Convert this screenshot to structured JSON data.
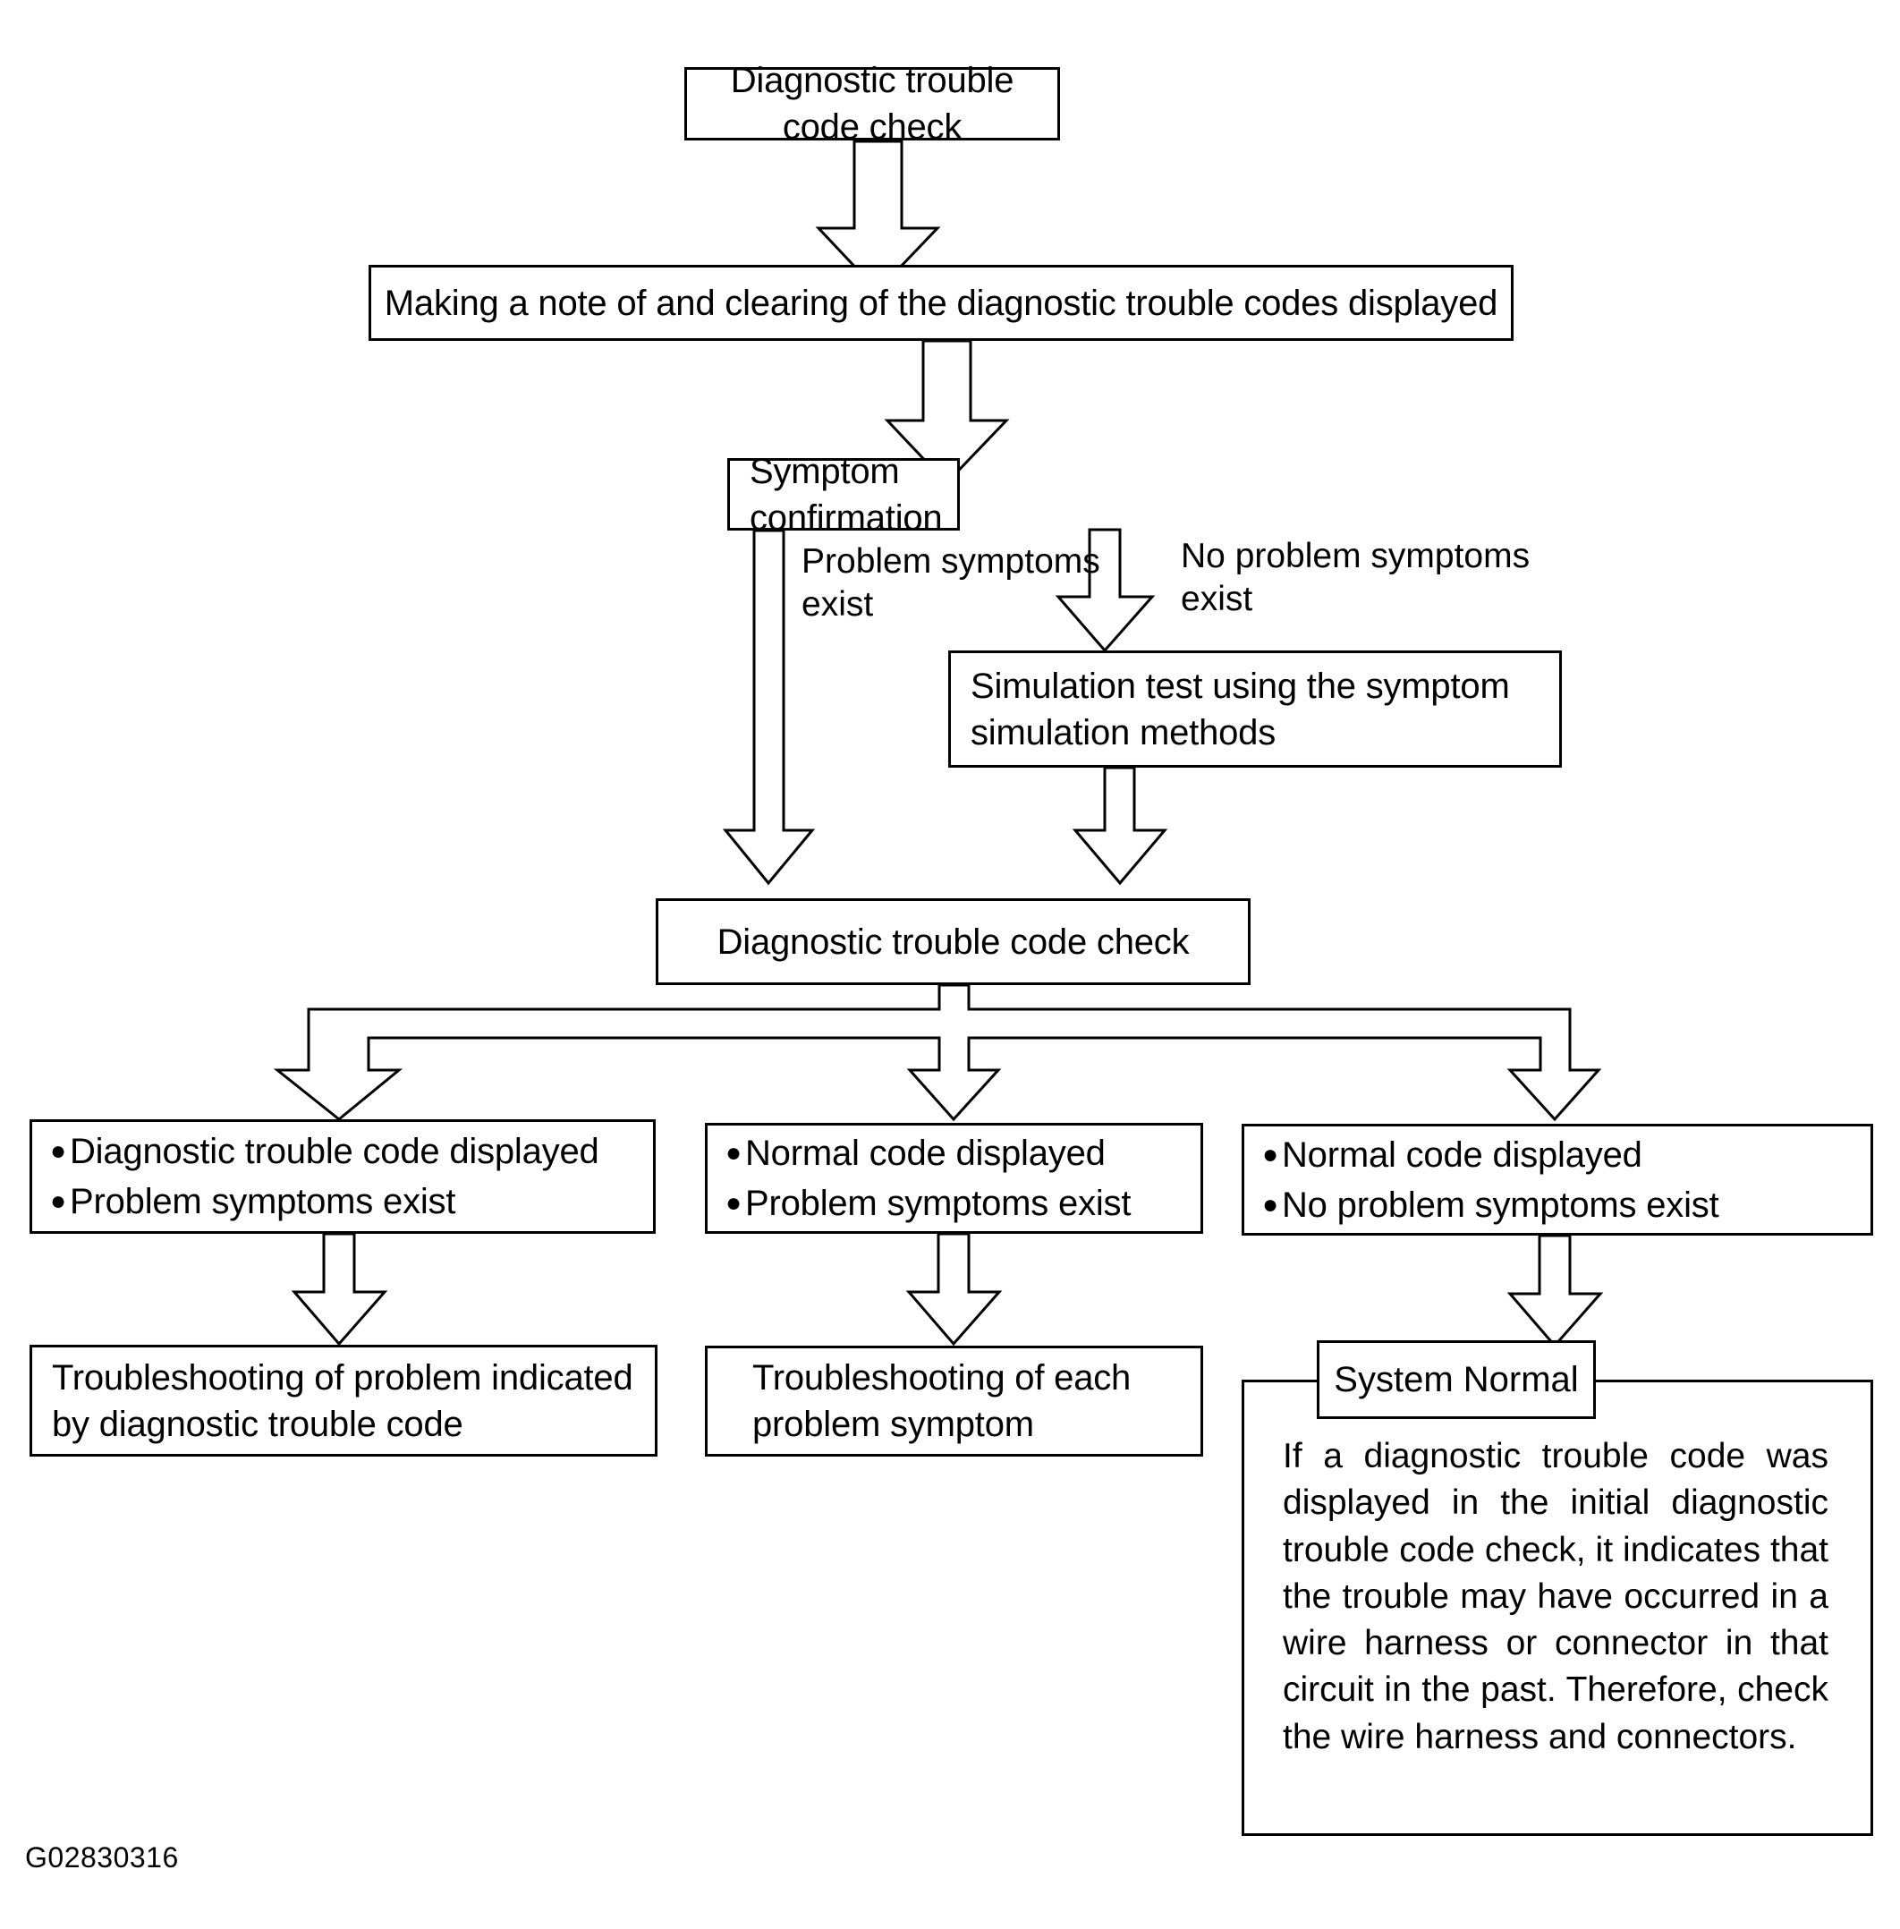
{
  "figure": {
    "code": "G02830316",
    "type": "flowchart",
    "stroke_color": "#000000",
    "background_color": "#ffffff"
  },
  "nodes": {
    "start_check": "Diagnostic trouble code check",
    "clear_codes": "Making a note of and clearing of the diagnostic trouble codes displayed",
    "symptom_confirmation": "Symptom confirmation",
    "simulation_test": "Simulation test using the symptom\nsimulation methods",
    "second_check": "Diagnostic trouble code check",
    "outcome_left": {
      "bullets": [
        "Diagnostic trouble code displayed",
        "Problem symptoms exist"
      ]
    },
    "outcome_middle": {
      "bullets": [
        "Normal code displayed",
        "Problem symptoms exist"
      ]
    },
    "outcome_right": {
      "bullets": [
        "Normal code displayed",
        "No problem symptoms exist"
      ]
    },
    "result_left": "Troubleshooting of problem indicated\nby diagnostic trouble code",
    "result_middle": "Troubleshooting of each\nproblem symptom",
    "result_right_title": "System Normal",
    "result_right_body": "If a diagnostic trouble code was displayed in the initial diagnostic trouble code check, it indicates that the trouble may have occurred in a wire harness or connector in that circuit in the past. Therefore, check the wire harness and connectors."
  },
  "edge_labels": {
    "problem_symptoms_exist": "Problem symptoms\nexist",
    "no_problem_symptoms_exist": "No problem symptoms\nexist"
  },
  "bullet_glyph": "●"
}
